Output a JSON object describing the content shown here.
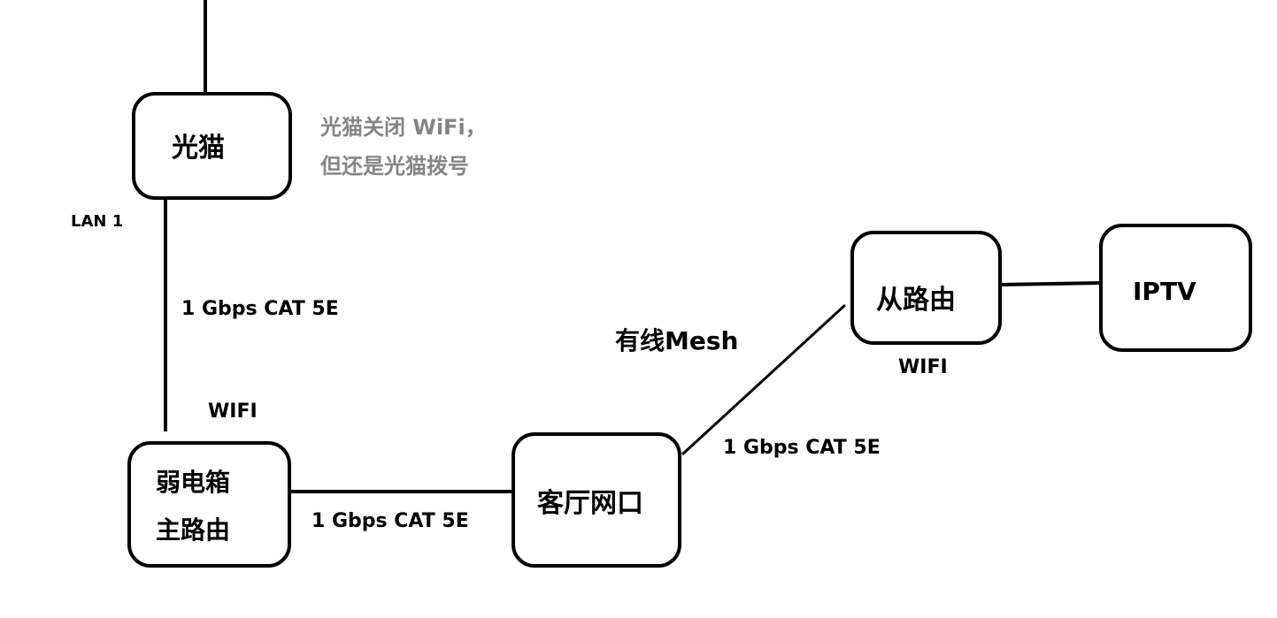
{
  "nodes": {
    "modem": "光猫",
    "main_router_line1": "弱电箱",
    "main_router_line2": "主路由",
    "living_room_port": "客厅网口",
    "sub_router": "从路由",
    "iptv": "IPTV"
  },
  "annotations": {
    "modem_note_line1": "光猫关闭 WiFi，",
    "modem_note_line2": "但还是光猫拨号",
    "lan_port": "LAN 1",
    "link_modem_main": "1 Gbps CAT 5E",
    "main_wifi": "WIFI",
    "link_main_port": "1 Gbps CAT 5E",
    "wired_mesh": "有线Mesh",
    "link_port_sub": "1 Gbps CAT 5E",
    "sub_wifi": "WIFI"
  },
  "colors": {
    "stroke": "#000000",
    "note": "#858585"
  }
}
